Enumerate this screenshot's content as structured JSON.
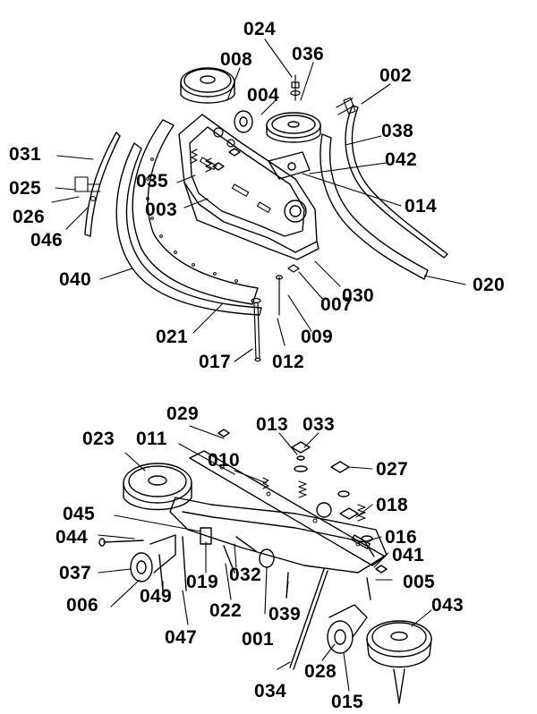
{
  "diagram": {
    "upper_assembly": {
      "callouts": {
        "c024": "024",
        "c036": "036",
        "c008": "008",
        "c002": "002",
        "c004": "004",
        "c038": "038",
        "c031": "031",
        "c042": "042",
        "c025": "025",
        "c035": "035",
        "c026": "026",
        "c003": "003",
        "c014": "014",
        "c046": "046",
        "c040": "040",
        "c020": "020",
        "c030": "030",
        "c007": "007",
        "c021": "021",
        "c009": "009",
        "c017": "017",
        "c012": "012"
      }
    },
    "lower_assembly": {
      "callouts": {
        "c029": "029",
        "c013": "013",
        "c033": "033",
        "c023": "023",
        "c011": "011",
        "c010": "010",
        "c027": "027",
        "c018": "018",
        "c045": "045",
        "c044": "044",
        "c016": "016",
        "c041": "041",
        "c037": "037",
        "c005": "005",
        "c006": "006",
        "c049": "049",
        "c019": "019",
        "c032": "032",
        "c022": "022",
        "c001": "001",
        "c039": "039",
        "c043": "043",
        "c047": "047",
        "c028": "028",
        "c034": "034",
        "c015": "015"
      }
    }
  }
}
